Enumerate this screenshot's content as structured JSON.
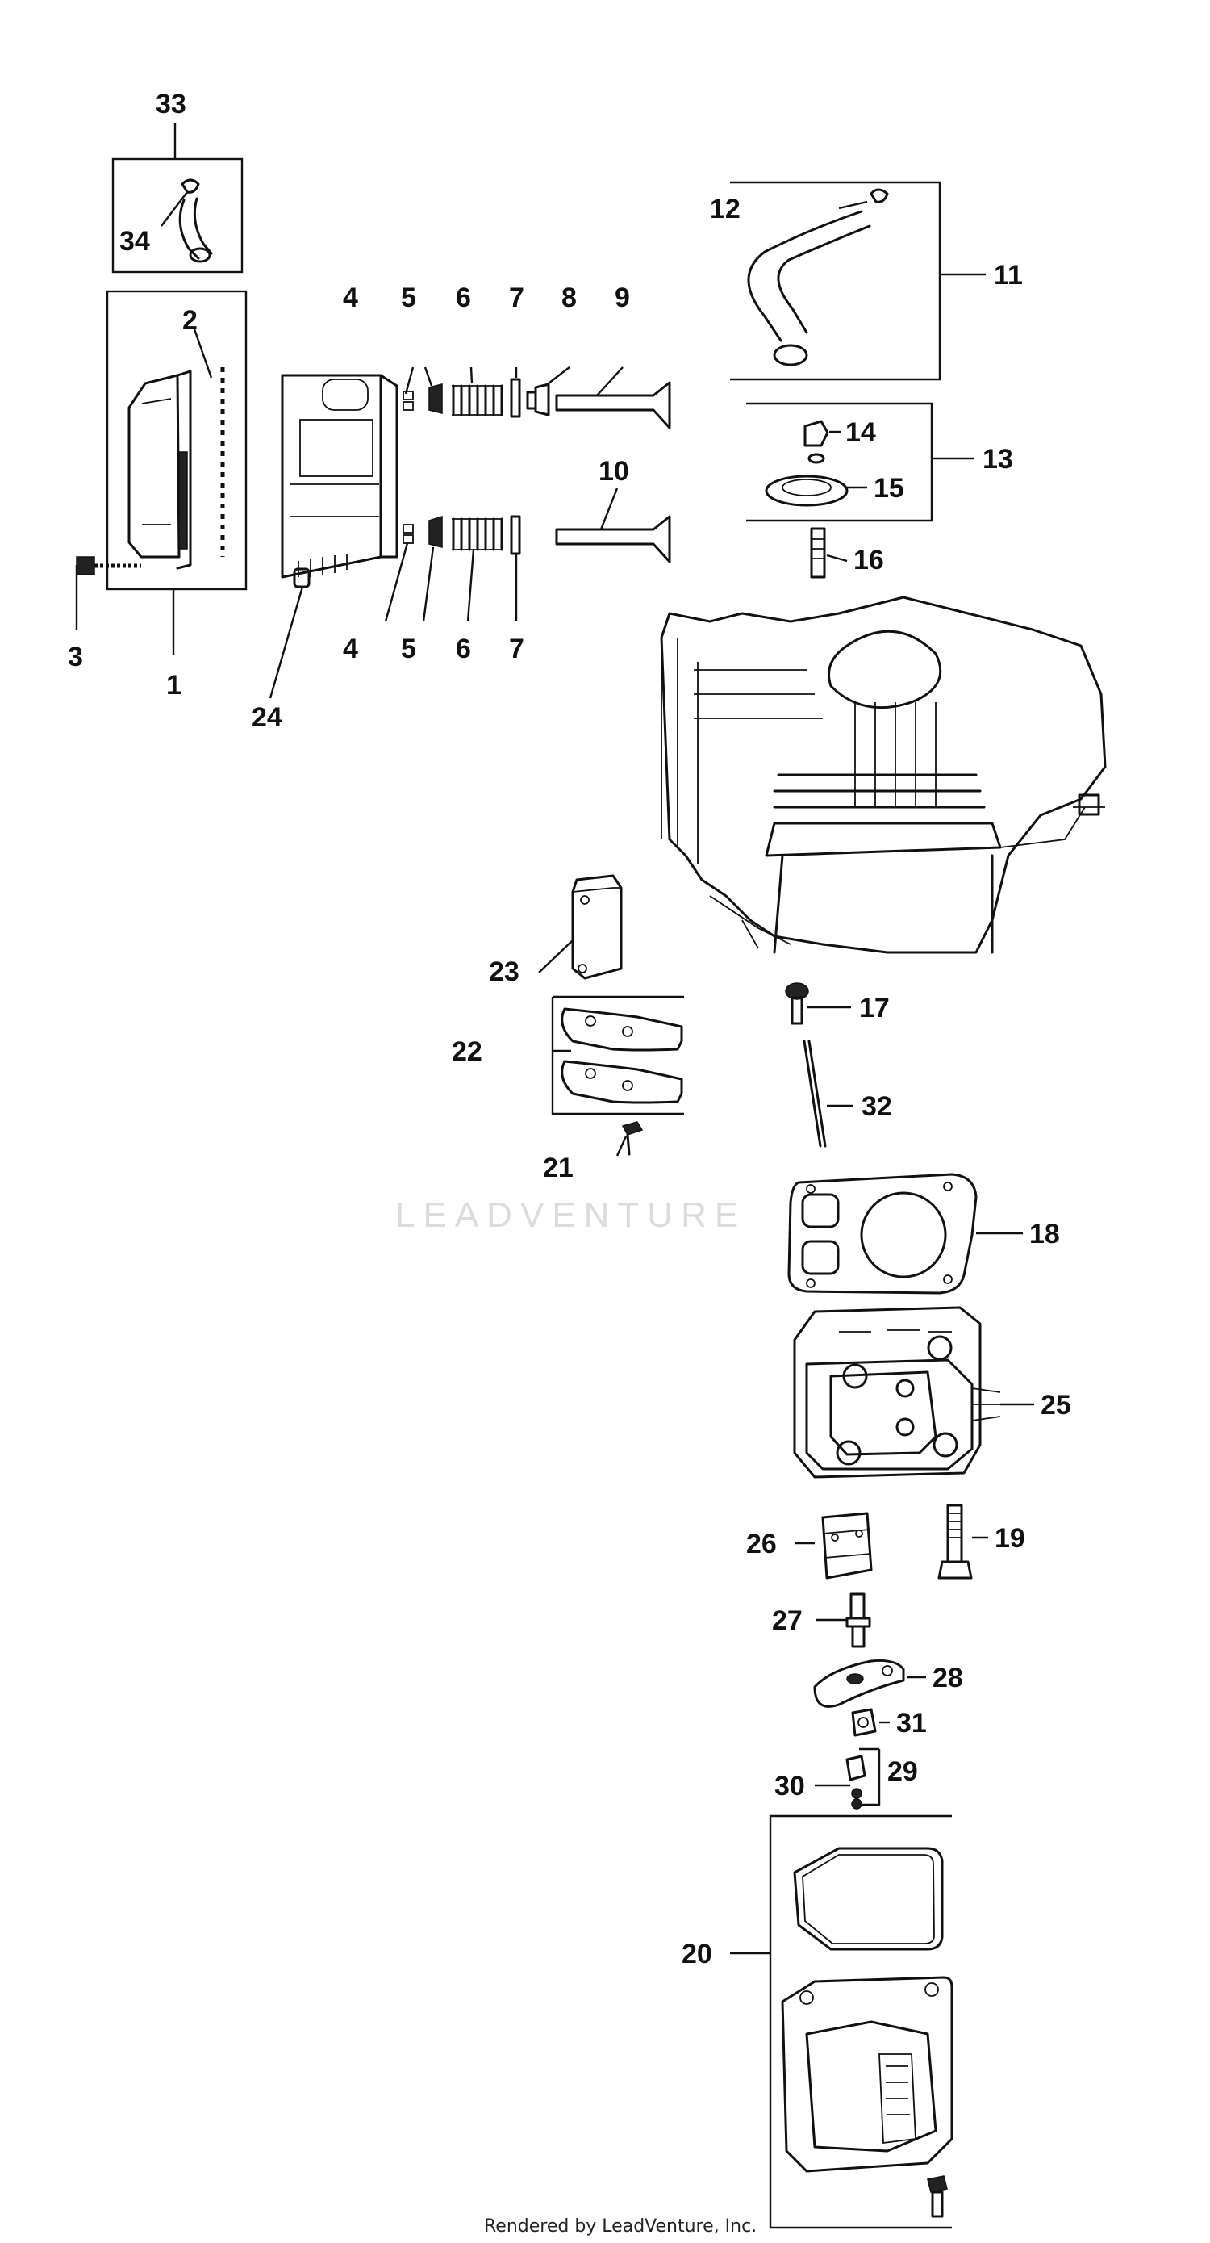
{
  "callouts": {
    "c1": "1",
    "c2": "2",
    "c3": "3",
    "c4a": "4",
    "c4b": "4",
    "c5a": "5",
    "c5b": "5",
    "c6a": "6",
    "c6b": "6",
    "c7a": "7",
    "c7b": "7",
    "c8": "8",
    "c9": "9",
    "c10": "10",
    "c11": "11",
    "c12": "12",
    "c13": "13",
    "c14": "14",
    "c15": "15",
    "c16": "16",
    "c17": "17",
    "c18": "18",
    "c19": "19",
    "c20": "20",
    "c21": "21",
    "c22": "22",
    "c23": "23",
    "c24": "24",
    "c25": "25",
    "c26": "26",
    "c27": "27",
    "c28": "28",
    "c29": "29",
    "c30": "30",
    "c31": "31",
    "c32": "32",
    "c33": "33",
    "c34": "34"
  },
  "watermark": "LEADVENTURE",
  "footer": "Rendered by LeadVenture, Inc."
}
